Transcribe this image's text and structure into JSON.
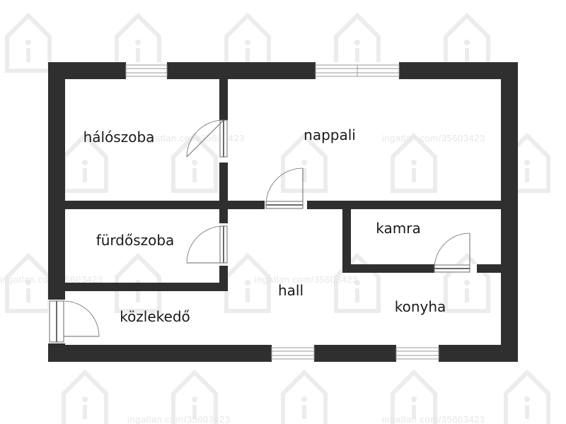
{
  "colors": {
    "wall": "#2f2f2f",
    "floor": "#ffffff",
    "window_frame": "#9a9a9a",
    "door_line": "#6a6a6a",
    "watermark": "#e6e6e6"
  },
  "rooms": {
    "haloszoba": "hálószoba",
    "nappali": "nappali",
    "furdoszoba": "fürdőszoba",
    "kamra": "kamra",
    "hall": "hall",
    "konyha": "konyha",
    "kozlekedo": "közlekedő"
  },
  "watermark": {
    "text": "ingatlan.com/35603423"
  }
}
